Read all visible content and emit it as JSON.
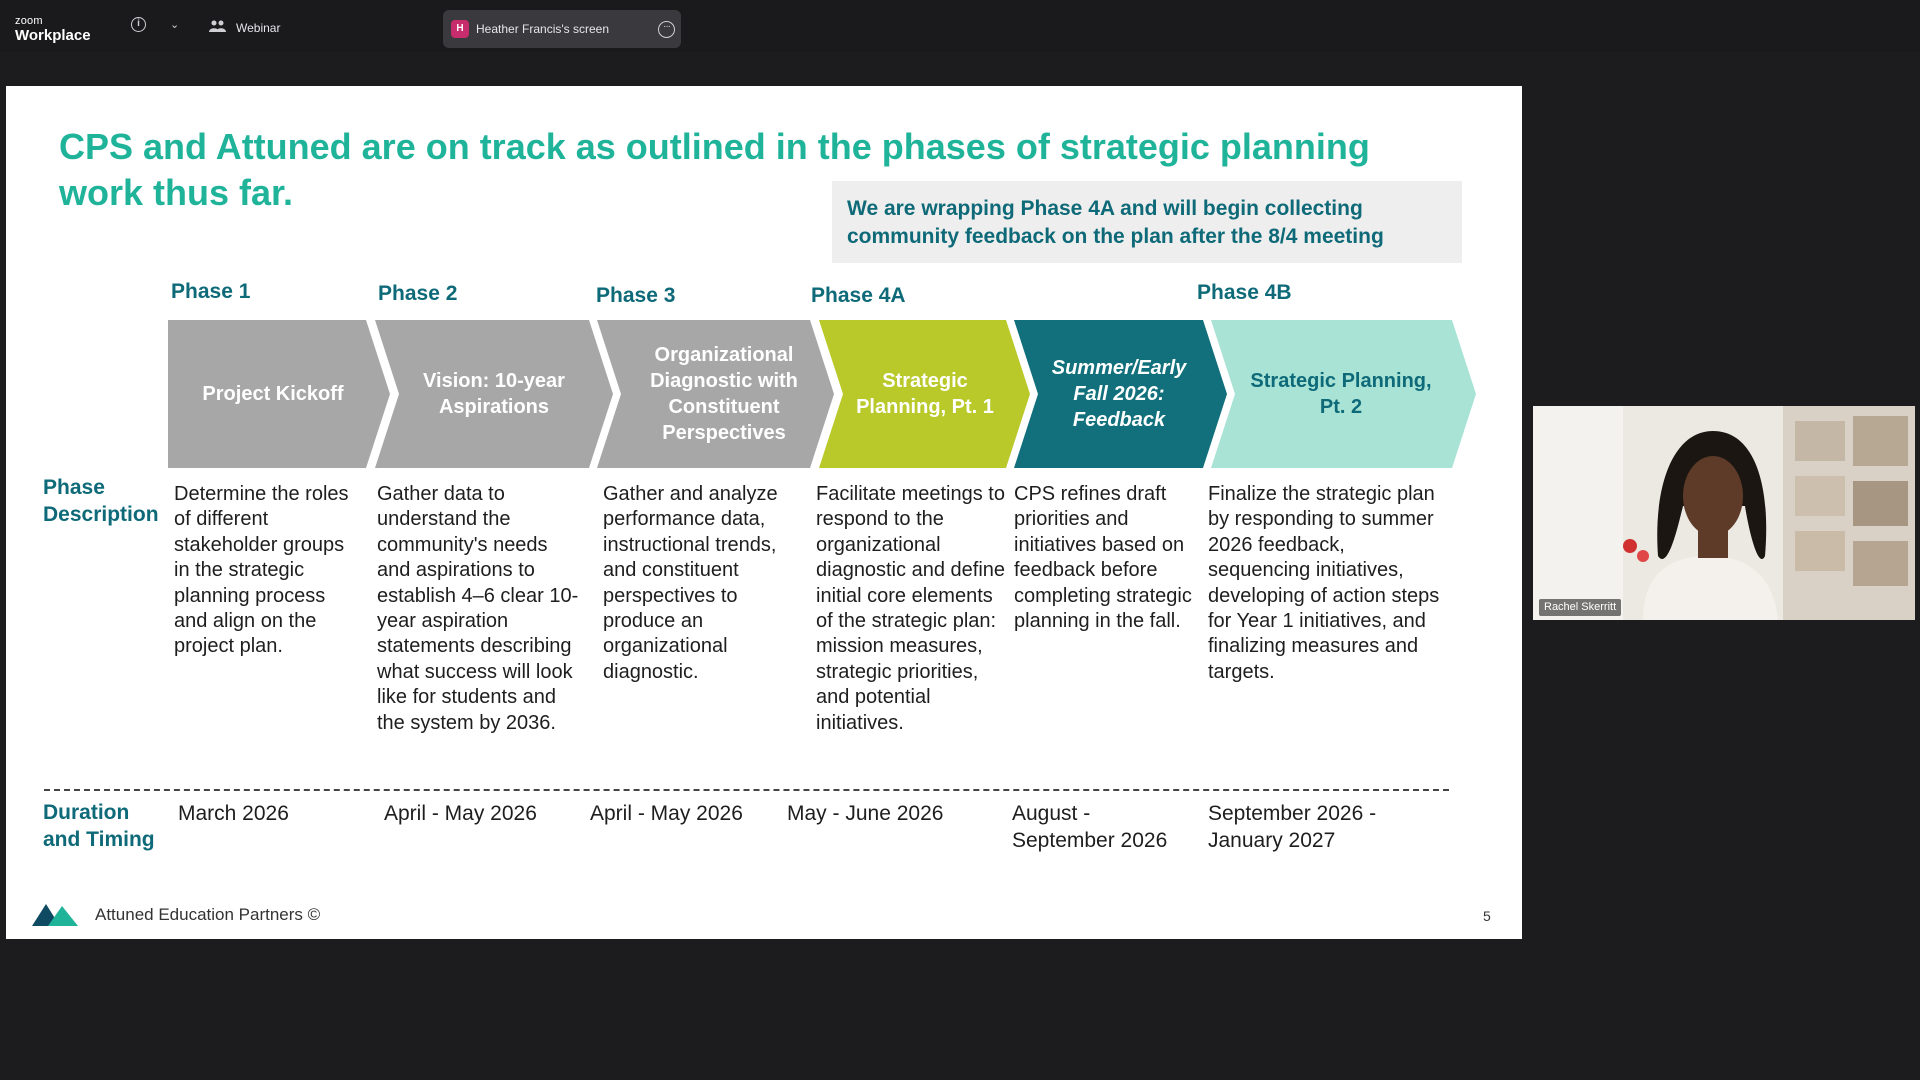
{
  "app": {
    "logo_top": "zoom",
    "logo_bottom": "Workplace",
    "webinar_label": "Webinar",
    "share_avatar_initial": "H",
    "share_label": "Heather Francis's screen"
  },
  "slide": {
    "title": "CPS and Attuned are on track as outlined in the phases of strategic planning work thus far.",
    "callout": "We are wrapping Phase 4A and will begin collecting community feedback on the plan after the 8/4 meeting",
    "phase_labels": [
      "Phase 1",
      "Phase 2",
      "Phase 3",
      "Phase 4A",
      "Phase 4B"
    ],
    "chevrons": [
      {
        "text": "Project Kickoff",
        "color": "#a7a7a7"
      },
      {
        "text": "Vision: 10-year Aspirations",
        "color": "#a7a7a7"
      },
      {
        "text": "Organizational Diagnostic with Constituent Perspectives",
        "color": "#a7a7a7"
      },
      {
        "text": "Strategic Planning, Pt. 1",
        "color": "#b9c92a"
      },
      {
        "text": "Summer/Early Fall 2026: Feedback",
        "color": "#11707b"
      },
      {
        "text": "Strategic Planning, Pt. 2",
        "color": "#a8e3d6"
      }
    ],
    "row_label_description": "Phase Description",
    "descriptions": [
      "Determine the roles of different stakeholder groups in the strategic planning process and align on the project plan.",
      "Gather data to understand the community's needs and aspirations to establish 4–6 clear 10-year aspiration statements describing what success will look like for students and the system by 2036.",
      "Gather and analyze performance data, instructional trends, and constituent perspectives to produce an organizational diagnostic.",
      "Facilitate meetings to respond to the organizational diagnostic and define initial core elements of the strategic plan: mission measures, strategic priorities, and potential initiatives.",
      "CPS refines draft priorities and initiatives based on feedback before completing strategic planning in the fall.",
      "Finalize the strategic plan by responding to summer 2026 feedback, sequencing initiatives, developing of action steps for Year 1 initiatives, and finalizing measures and targets."
    ],
    "row_label_timing": "Duration and Timing",
    "timings": [
      "March 2026",
      "April - May 2026",
      "April - May 2026",
      "May - June 2026",
      "August - September 2026",
      "September 2026 - January 2027"
    ],
    "footer": "Attuned Education Partners ©",
    "page_number": "5",
    "colors": {
      "title": "#1fb39a",
      "accent_dark": "#0e6a78"
    }
  },
  "video": {
    "participant_name": "Rachel Skerritt"
  }
}
